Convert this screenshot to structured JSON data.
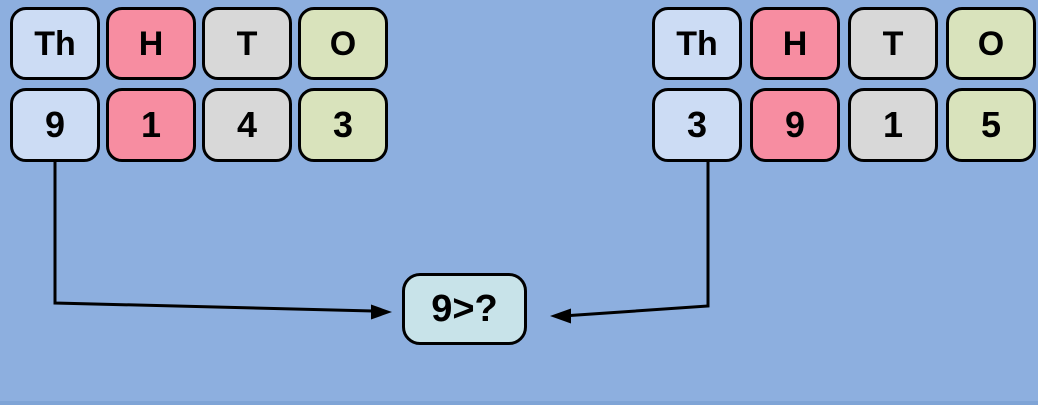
{
  "palette": {
    "background": "#8dafdf",
    "bottom_edge": "#7fa4d6",
    "thousands_fill": "#ccdcf4",
    "hundreds_fill": "#f78da1",
    "tens_fill": "#d8d8d8",
    "ones_fill": "#d9e3bc",
    "compare_fill": "#c8e3e9",
    "cell_border": "#000000",
    "arrow_color": "#000000"
  },
  "left_panel": {
    "headers": [
      "Th",
      "H",
      "T",
      "O"
    ],
    "digits": [
      "9",
      "1",
      "4",
      "3"
    ]
  },
  "right_panel": {
    "headers": [
      "Th",
      "H",
      "T",
      "O"
    ],
    "digits": [
      "3",
      "9",
      "1",
      "5"
    ]
  },
  "compare": {
    "label": "9>?"
  }
}
